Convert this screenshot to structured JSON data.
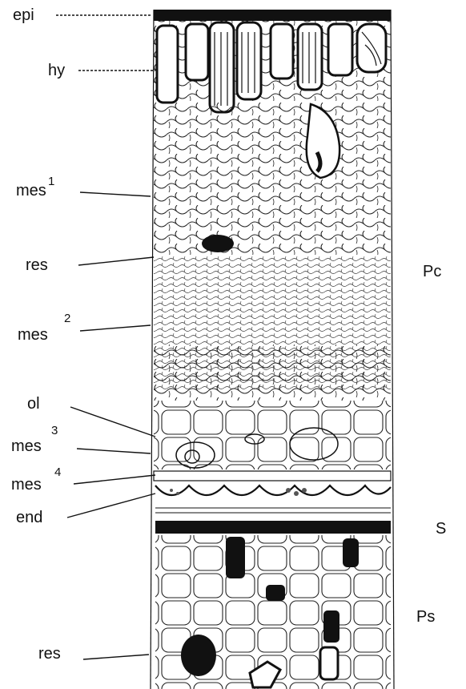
{
  "left_labels": [
    {
      "key": "epi",
      "text": "epi"
    },
    {
      "key": "hy",
      "text": "hy"
    },
    {
      "key": "mes1",
      "text": "mes",
      "sup": "1"
    },
    {
      "key": "res_top",
      "text": "res"
    },
    {
      "key": "mes2",
      "text": "mes",
      "sup": "2"
    },
    {
      "key": "ol",
      "text": "ol"
    },
    {
      "key": "mes3",
      "text": "mes",
      "sup": "3"
    },
    {
      "key": "mes4",
      "text": "mes",
      "sup": "4"
    },
    {
      "key": "end",
      "text": "end"
    },
    {
      "key": "res_bottom",
      "text": "res"
    }
  ],
  "right_labels": {
    "pc": "Pc",
    "s": "S",
    "ps": "Ps"
  }
}
